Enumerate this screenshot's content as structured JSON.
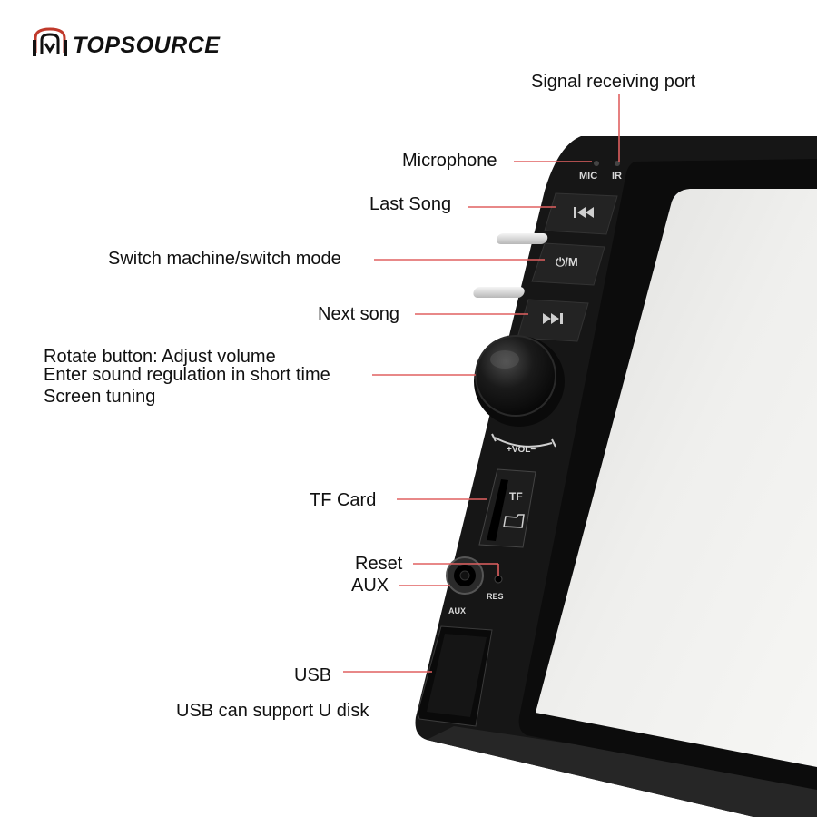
{
  "brand": {
    "name": "TOPSOURCE",
    "accent": "#c0392b"
  },
  "labels": {
    "signal": "Signal receiving port",
    "microphone": "Microphone",
    "last_song": "Last Song",
    "switch": "Switch machine/switch mode",
    "next_song": "Next song",
    "rotate_1": "Rotate button: Adjust volume",
    "rotate_2": "Enter sound regulation in short time",
    "rotate_3": "Screen tuning",
    "tf": "TF Card",
    "reset": "Reset",
    "aux": "AUX",
    "usb": "USB",
    "usb_note": "USB can support U disk"
  },
  "panel": {
    "mic": "MIC",
    "ir": "IR",
    "vol": "+VOL−",
    "tf": "TF",
    "aux": "AUX",
    "res": "RES"
  },
  "colors": {
    "leader_line": "#e06060",
    "device": "#141414",
    "screen": "#e9e9e7"
  }
}
